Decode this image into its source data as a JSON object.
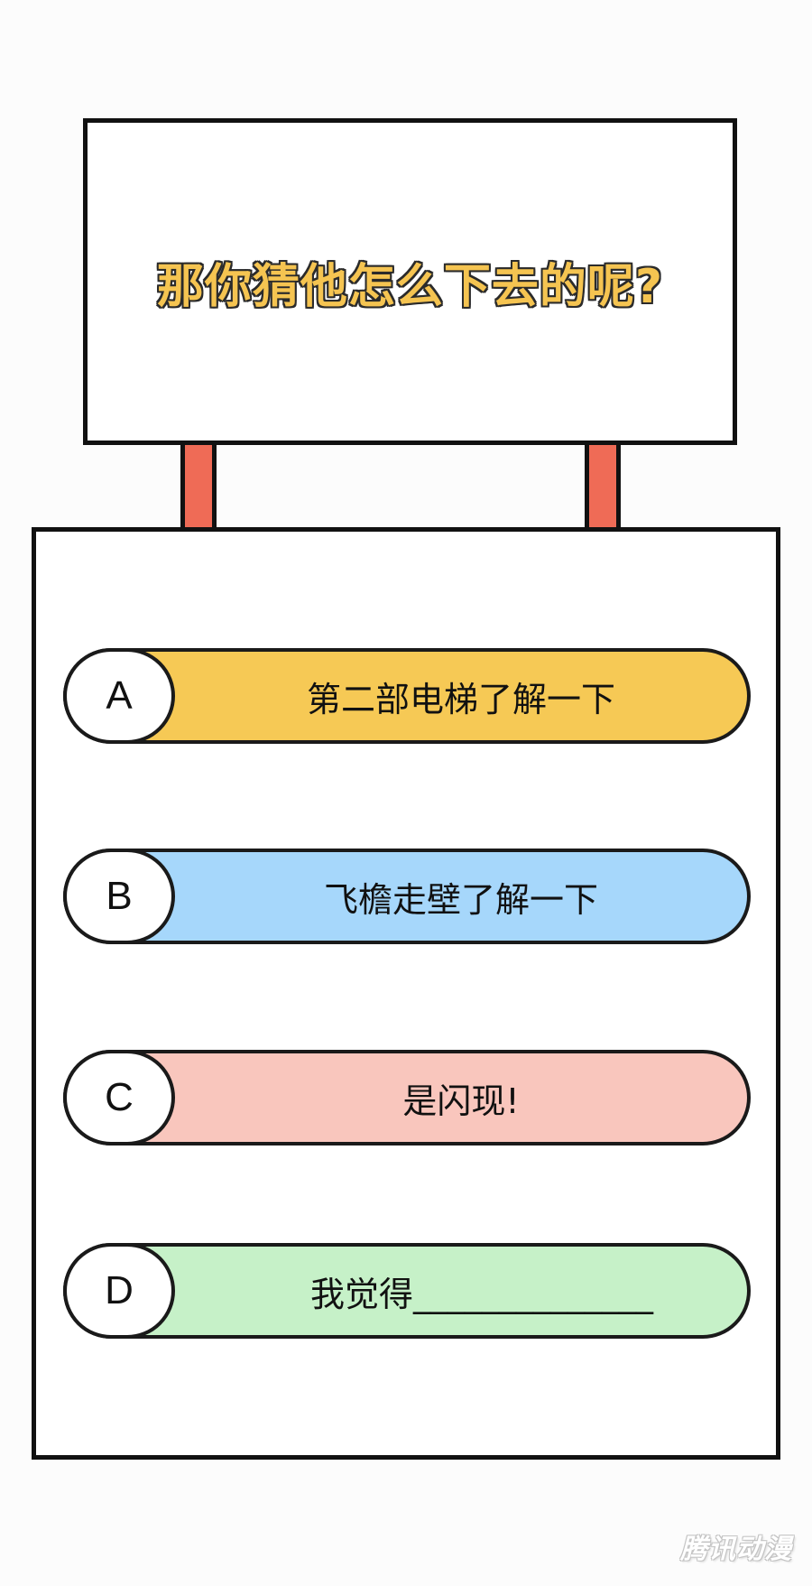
{
  "sign": {
    "title": "那你猜他怎么下去的呢?"
  },
  "options": [
    {
      "letter": "A",
      "text": "第二部电梯了解一下",
      "color": "#f6c955"
    },
    {
      "letter": "B",
      "text": "飞檐走壁了解一下",
      "color": "#a6d7fb"
    },
    {
      "letter": "C",
      "text": "是闪现!",
      "color": "#f9c6bd"
    },
    {
      "letter": "D",
      "text": "我觉得______________",
      "color": "#c6f1c8"
    }
  ],
  "colors": {
    "title_fill": "#f5c451",
    "post": "#ef6b56",
    "outline": "#111111"
  },
  "watermark": {
    "text": "腾讯动漫"
  }
}
